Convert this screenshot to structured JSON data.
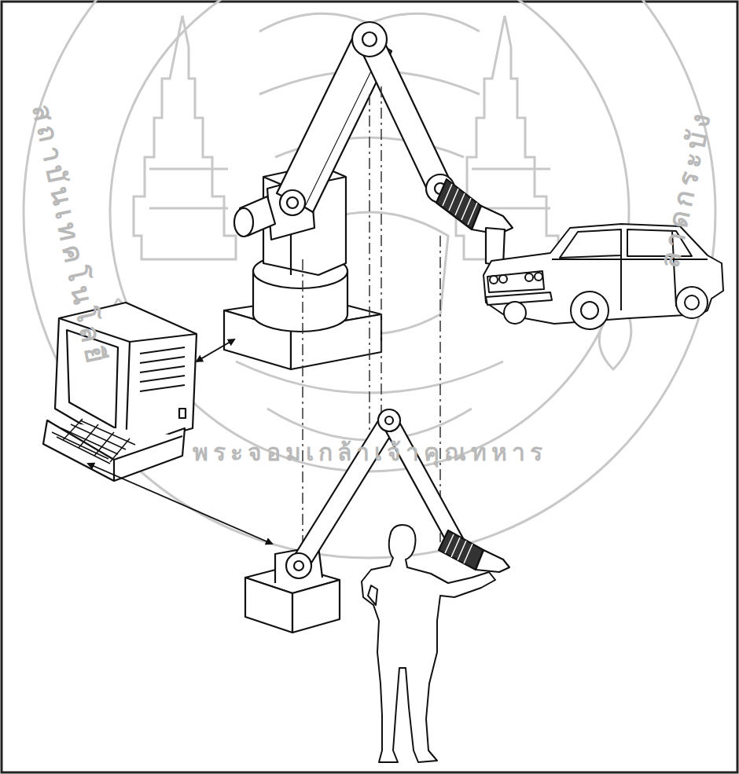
{
  "diagram": {
    "labels": [
      "สถาบันเทคโนโลยี",
      "พระจอมเกล้าเจ้าคุณทหาร",
      "ลาดกระบัง"
    ]
  }
}
